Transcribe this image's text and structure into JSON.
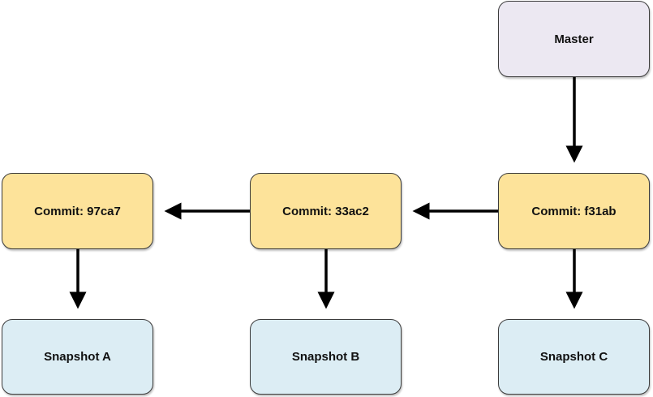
{
  "branch": {
    "label": "Master"
  },
  "commits": [
    {
      "label": "Commit: 97ca7"
    },
    {
      "label": "Commit: 33ac2"
    },
    {
      "label": "Commit: f31ab"
    }
  ],
  "snapshots": [
    {
      "label": "Snapshot A"
    },
    {
      "label": "Snapshot B"
    },
    {
      "label": "Snapshot C"
    }
  ],
  "colors": {
    "branch_fill": "#ece8f2",
    "commit_fill": "#fde39a",
    "snapshot_fill": "#dcedf4",
    "border": "#3c3c3c",
    "arrow": "#000000"
  },
  "connections": [
    {
      "from": "Master",
      "to": "Commit: f31ab"
    },
    {
      "from": "Commit: f31ab",
      "to": "Commit: 33ac2"
    },
    {
      "from": "Commit: 33ac2",
      "to": "Commit: 97ca7"
    },
    {
      "from": "Commit: 97ca7",
      "to": "Snapshot A"
    },
    {
      "from": "Commit: 33ac2",
      "to": "Snapshot B"
    },
    {
      "from": "Commit: f31ab",
      "to": "Snapshot C"
    }
  ]
}
